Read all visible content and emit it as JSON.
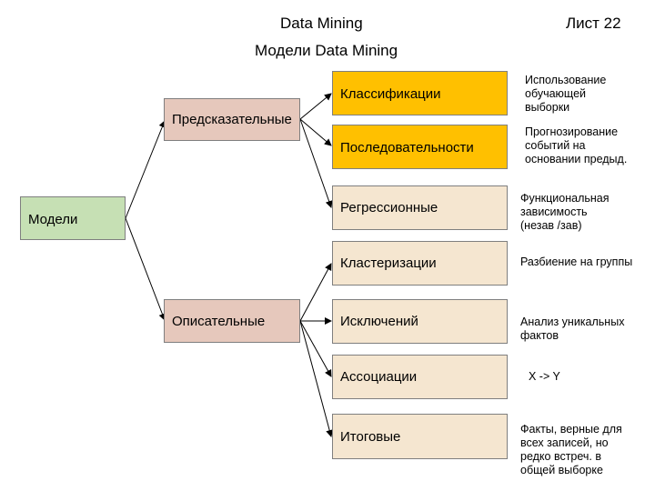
{
  "header": {
    "left_title": "Data Mining",
    "right_title": "Лист 22",
    "subtitle": "Модели Data Mining"
  },
  "colors": {
    "root_fill": "#c6e0b4",
    "group_fill": "#e6c8bc",
    "predictive_fill": "#ffc000",
    "leaf_fill": "#f5e6d0",
    "line": "#000000"
  },
  "diagram": {
    "root": {
      "label": "Модели"
    },
    "groups": [
      {
        "id": "predictive",
        "label": "Предсказательные"
      },
      {
        "id": "descriptive",
        "label": "Описательные"
      }
    ],
    "leaves": [
      {
        "label": "Классификации",
        "group": "predictive",
        "desc": [
          "Использование",
          "обучающей",
          "выборки"
        ]
      },
      {
        "label": "Последовательности",
        "group": "predictive",
        "desc": [
          "Прогнозирование",
          "событий на",
          "основании предыд."
        ]
      },
      {
        "label": "Регрессионные",
        "group": "predictive",
        "desc": [
          "Функциональная",
          "зависимость",
          "(незав /зав)"
        ]
      },
      {
        "label": "Кластеризации",
        "group": "descriptive",
        "desc": [
          "Разбиение на группы"
        ]
      },
      {
        "label": "Исключений",
        "group": "descriptive",
        "desc": [
          "Анализ уникальных",
          "фактов"
        ]
      },
      {
        "label": "Ассоциации",
        "group": "descriptive",
        "desc": [
          "X -> Y"
        ]
      },
      {
        "label": "Итоговые",
        "group": "descriptive",
        "desc": [
          "Факты, верные для",
          "всех записей, но",
          "редко встреч. в",
          "общей выборке"
        ]
      }
    ]
  }
}
